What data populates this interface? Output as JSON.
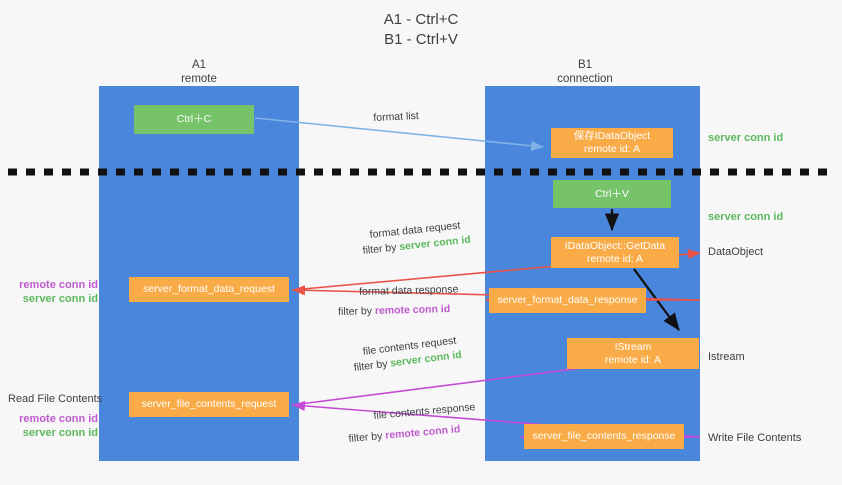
{
  "title": {
    "line1": "A1 - Ctrl+C",
    "line2": "B1 - Ctrl+V"
  },
  "columns": {
    "a1": {
      "name": "A1",
      "role": "remote"
    },
    "b1": {
      "name": "B1",
      "role": "connection"
    }
  },
  "nodes": {
    "ctrl_c": {
      "label": "Ctrl＋C",
      "sub": "",
      "color": "#77c36a"
    },
    "save_dataobject": {
      "label": "保存IDataObject",
      "sub": "remote id: A",
      "color": "#f9ab48"
    },
    "ctrl_v": {
      "label": "Ctrl＋V",
      "sub": "",
      "color": "#77c36a"
    },
    "getdata": {
      "label": "IDataObject::GetData",
      "sub": "remote id: A",
      "color": "#f9ab48"
    },
    "istream": {
      "label": "IStream",
      "sub": "remote id: A",
      "color": "#f9ab48"
    },
    "server_format_data_request": {
      "label": "server_format_data_request",
      "color": "#f9ab48"
    },
    "server_format_data_response": {
      "label": "server_format_data_response",
      "color": "#f9ab48"
    },
    "server_file_contents_request": {
      "label": "server_file_contents_request",
      "color": "#f9ab48"
    },
    "server_file_contents_response": {
      "label": "server_file_contents_response",
      "color": "#f9ab48"
    }
  },
  "side_labels": {
    "server_conn_id_top": "server conn id",
    "server_conn_id_mid": "server conn id",
    "dataobject": "DataObject",
    "istream": "Istream",
    "write_file_contents": "Write File Contents",
    "read_file_contents": "Read File Contents",
    "remote_conn_id": "remote conn id",
    "server_conn_id": "server conn id"
  },
  "edges": {
    "format_list": "format list",
    "format_data_request": "format data request",
    "format_data_request_filter_prefix": "filter by ",
    "format_data_request_filter_key": "server conn id",
    "format_data_response": "format data response",
    "format_data_response_filter_prefix": "filter by ",
    "format_data_response_filter_key": "remote conn id",
    "file_contents_request": "file contents request",
    "file_contents_request_filter_prefix": "filter by ",
    "file_contents_request_filter_key": "server conn id",
    "file_contents_response": "file contents response",
    "file_contents_response_filter_prefix": "filter by ",
    "file_contents_response_filter_key": "remote conn id"
  },
  "colors": {
    "lane": "#4a86dc",
    "green_node": "#77c36a",
    "orange_node": "#f9ab48",
    "green_text": "#5cb85c",
    "purple_text": "#c05ad0",
    "red_arrow": "#e8544a",
    "purple_arrow": "#c44bd4",
    "blue_arrow": "#7fb3e8",
    "black_arrow": "#000000",
    "background": "#f7f7f7"
  }
}
